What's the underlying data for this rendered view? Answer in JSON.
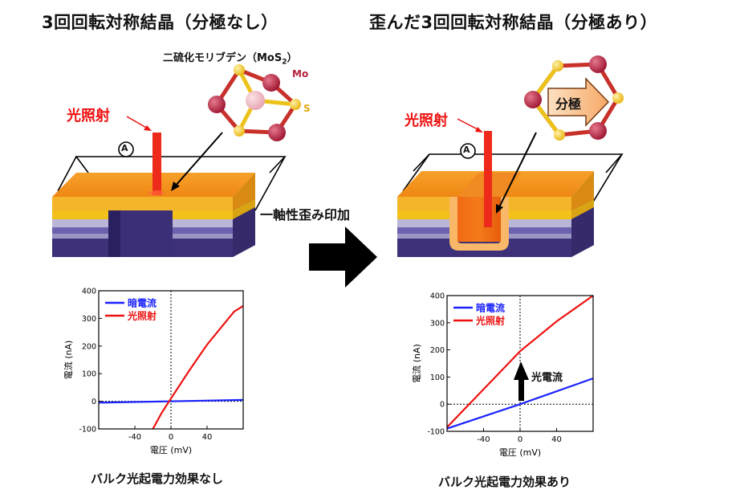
{
  "left": {
    "title": "3回回転対称結晶（分極なし）",
    "molecule_label": "二硫化モリブデン（MoS",
    "molecule_sub": "2",
    "molecule_close": "）",
    "mo_label": "Mo",
    "s_label": "S",
    "light_label": "光照射",
    "ammeter": "A",
    "caption": "バルク光起電力効果なし"
  },
  "right": {
    "title": "歪んだ3回回転対称結晶（分極あり）",
    "polarization_label": "分極",
    "light_label": "光照射",
    "ammeter": "A",
    "photocurrent_label": "光電流",
    "caption": "バルク光起電力効果あり"
  },
  "middle": {
    "strain_label": "一軸性歪み印加"
  },
  "colors": {
    "dark_current": "#1a22ff",
    "light_current": "#ee1111",
    "mo_atom": "#b5203c",
    "s_atom": "#f2c21a",
    "laser": "#ee2a1a",
    "substrate": "#4b3d86",
    "film": "#f5a623"
  },
  "chart_data": [
    {
      "type": "line",
      "title": "",
      "xlabel": "電圧 (mV)",
      "ylabel": "電流 (nA)",
      "xlim": [
        -80,
        80
      ],
      "ylim": [
        -100,
        400
      ],
      "xticks": [
        "-40",
        "0",
        "40"
      ],
      "yticks": [
        "-100",
        "0",
        "100",
        "200",
        "300",
        "400"
      ],
      "series": [
        {
          "name": "暗電流",
          "x": [
            -80,
            80
          ],
          "y": [
            -5,
            5
          ]
        },
        {
          "name": "光照射",
          "x": [
            -20,
            -10,
            0,
            20,
            40,
            60,
            70,
            80
          ],
          "y": [
            -100,
            -40,
            10,
            110,
            205,
            285,
            325,
            345
          ]
        }
      ]
    },
    {
      "type": "line",
      "title": "",
      "xlabel": "電圧 (mV)",
      "ylabel": "電流 (nA)",
      "xlim": [
        -80,
        80
      ],
      "ylim": [
        -100,
        400
      ],
      "xticks": [
        "-40",
        "0",
        "40"
      ],
      "yticks": [
        "-100",
        "0",
        "100",
        "200",
        "300",
        "400"
      ],
      "series": [
        {
          "name": "暗電流",
          "x": [
            -80,
            0,
            80
          ],
          "y": [
            -90,
            0,
            95
          ]
        },
        {
          "name": "光照射",
          "x": [
            -80,
            -40,
            0,
            40,
            80
          ],
          "y": [
            -85,
            55,
            195,
            305,
            400
          ]
        }
      ]
    }
  ]
}
